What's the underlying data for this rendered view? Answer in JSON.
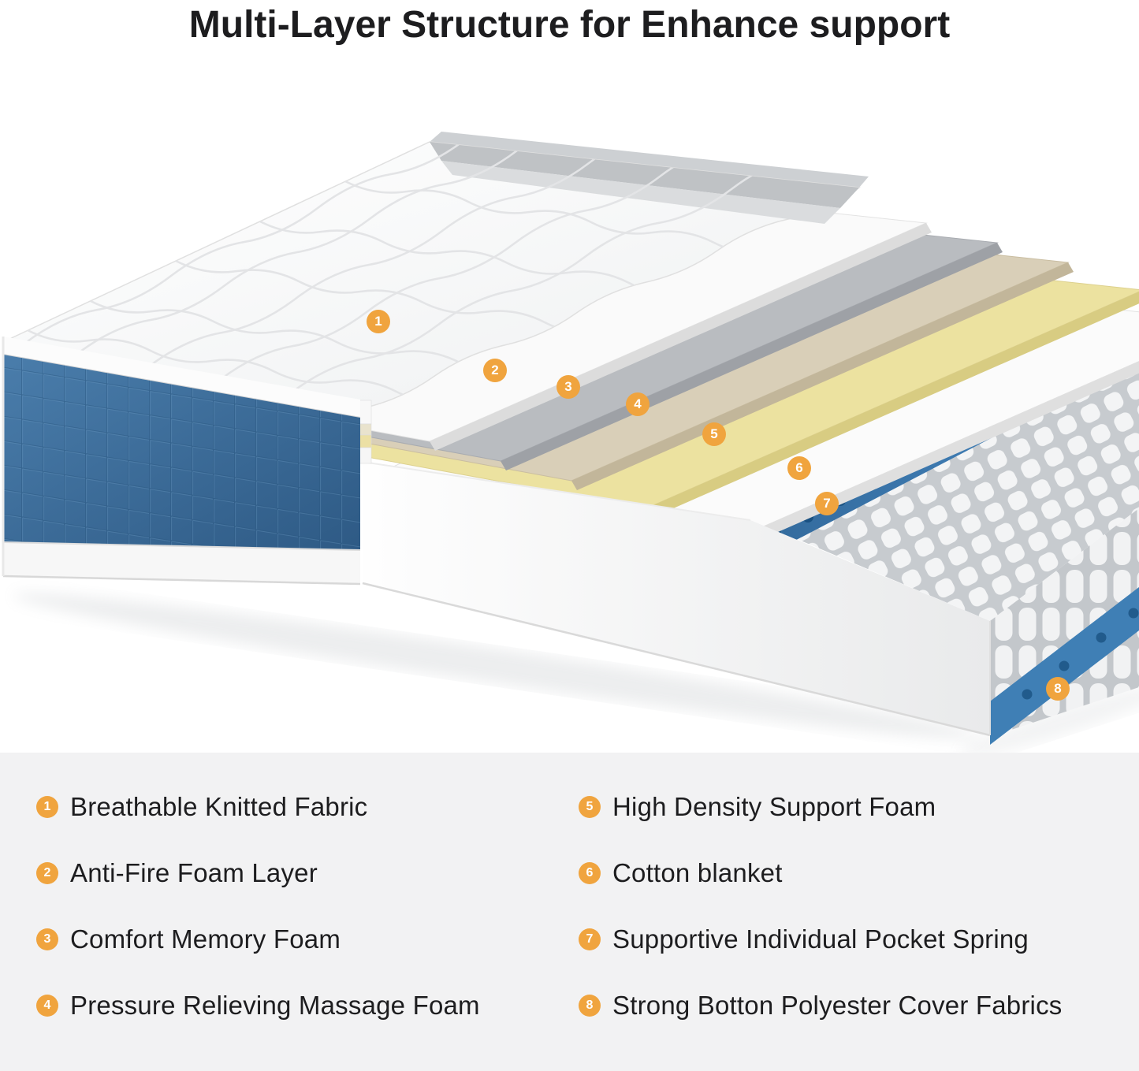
{
  "title": "Multi-Layer Structure for Enhance support",
  "palette": {
    "accent": "#F0A43E",
    "legend-bg": "#F2F2F3",
    "text": "#1D1D1F",
    "mattress-blue": "#3F72A0",
    "foam-gray": "#B9BCC0",
    "foam-beige": "#D9CFB8",
    "foam-yellow": "#ECE2A0",
    "spring-foam-blue": "#3F7FB5"
  },
  "markers": [
    "1",
    "2",
    "3",
    "4",
    "5",
    "6",
    "7",
    "8"
  ],
  "legend": {
    "columns": [
      {
        "items": [
          {
            "num": "1",
            "label": "Breathable Knitted Fabric"
          },
          {
            "num": "2",
            "label": "Anti-Fire Foam Layer"
          },
          {
            "num": "3",
            "label": "Comfort Memory Foam"
          },
          {
            "num": "4",
            "label": "Pressure Relieving Massage Foam"
          }
        ]
      },
      {
        "items": [
          {
            "num": "5",
            "label": "High Density Support Foam"
          },
          {
            "num": "6",
            "label": "Cotton blanket"
          },
          {
            "num": "7",
            "label": "Supportive Individual Pocket Spring"
          },
          {
            "num": "8",
            "label": "Strong Botton Polyester Cover Fabrics"
          }
        ]
      }
    ]
  }
}
